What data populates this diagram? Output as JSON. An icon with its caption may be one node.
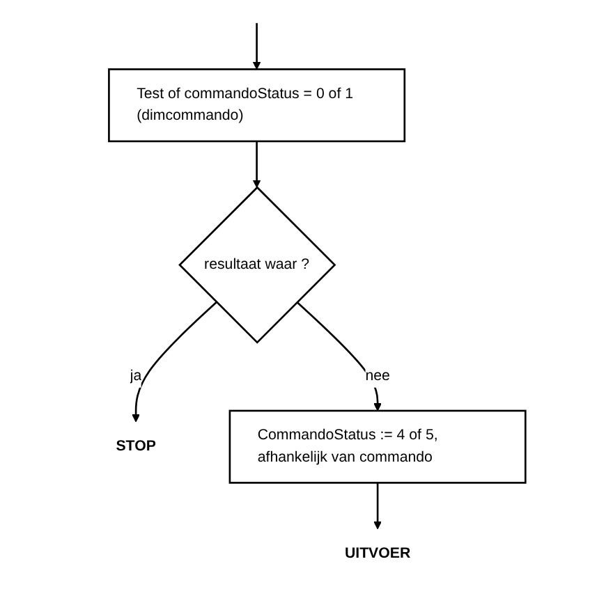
{
  "diagram": {
    "nodes": [
      {
        "text": [
          "Test of commandoStatus = 0 of 1 (dimcommando)"
        ]
      },
      {
        "text": [
          "resultaat waar ?"
        ]
      },
      {
        "text": [
          "STOP"
        ]
      },
      {
        "text": [
          "CommandoStatus := 4 of 5, afhankelijk van commando"
        ]
      },
      {
        "text": [
          "UITVOER"
        ]
      }
    ],
    "edges": [
      {
        "from": null,
        "to": 0,
        "arrow": "to"
      },
      {
        "from": 0,
        "to": 1,
        "arrow": "to"
      },
      {
        "from": 1,
        "to": 2,
        "label": "ja",
        "arrow": "to"
      },
      {
        "from": 1,
        "to": 3,
        "label": "nee",
        "arrow": "to"
      },
      {
        "from": 3,
        "to": 4,
        "arrow": "to"
      }
    ]
  }
}
